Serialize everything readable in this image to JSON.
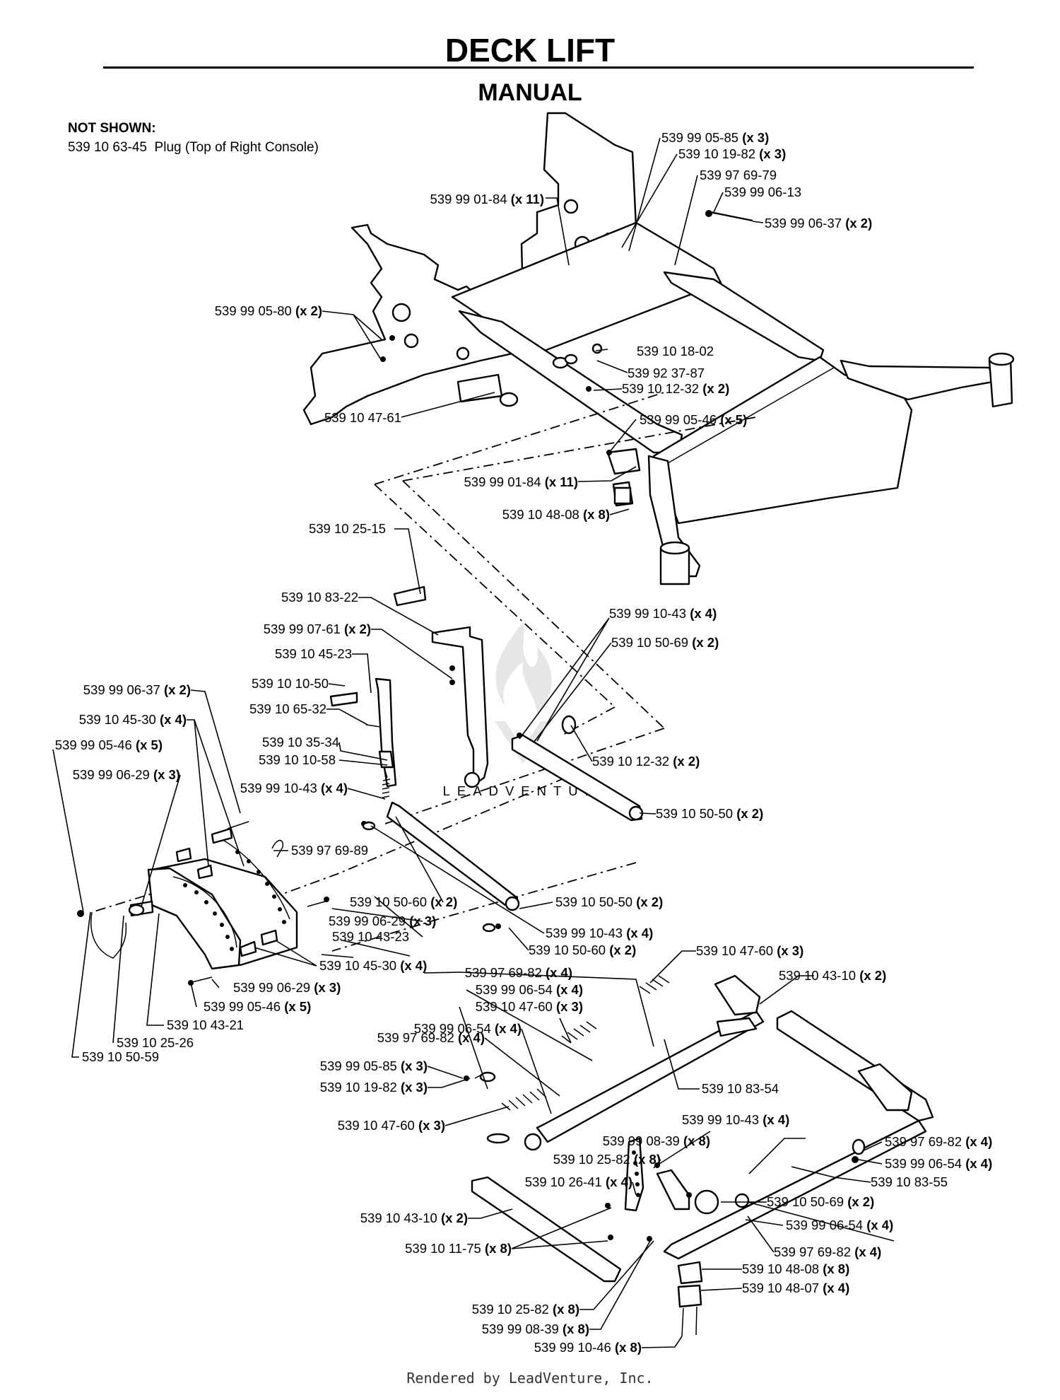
{
  "header": {
    "title": "DECK LIFT",
    "subtitle": "MANUAL"
  },
  "not_shown": {
    "heading": "NOT SHOWN:",
    "item": "539 10 63-45  Plug (Top of Right Console)"
  },
  "watermark": "LEADVENTURE",
  "footer": "Rendered by LeadVenture, Inc.",
  "callouts": [
    {
      "part": "539 99 05-85",
      "qty": "(x 3)"
    },
    {
      "part": "539 10 19-82",
      "qty": "(x 3)"
    },
    {
      "part": "539 97 69-79",
      "qty": ""
    },
    {
      "part": "539 99 06-13",
      "qty": ""
    },
    {
      "part": "539 99 06-37",
      "qty": "(x 2)"
    },
    {
      "part": "539 99 01-84",
      "qty": "(x 11)"
    },
    {
      "part": "539 99 05-80",
      "qty": "(x 2)"
    },
    {
      "part": "539 10 18-02",
      "qty": ""
    },
    {
      "part": "539 92 37-87",
      "qty": ""
    },
    {
      "part": "539 10 12-32",
      "qty": "(x 2)"
    },
    {
      "part": "539 10 47-61",
      "qty": ""
    },
    {
      "part": "539 99 05-46",
      "qty": "(x 5)"
    },
    {
      "part": "539 99 01-84",
      "qty": "(x 11)"
    },
    {
      "part": "539 10 48-08",
      "qty": "(x 8)"
    },
    {
      "part": "539 10 25-15",
      "qty": ""
    },
    {
      "part": "539 10 83-22",
      "qty": ""
    },
    {
      "part": "539 99 07-61",
      "qty": "(x 2)"
    },
    {
      "part": "539 10 45-23",
      "qty": ""
    },
    {
      "part": "539 10 10-50",
      "qty": ""
    },
    {
      "part": "539 10 65-32",
      "qty": ""
    },
    {
      "part": "539 99 10-43",
      "qty": "(x 4)"
    },
    {
      "part": "539 10 50-69",
      "qty": "(x 2)"
    },
    {
      "part": "539 99 06-37",
      "qty": "(x 2)"
    },
    {
      "part": "539 10 45-30",
      "qty": "(x 4)"
    },
    {
      "part": "539 99 05-46",
      "qty": "(x 5)"
    },
    {
      "part": "539 99 06-29",
      "qty": "(x 3)"
    },
    {
      "part": "539 10 35-34",
      "qty": ""
    },
    {
      "part": "539 10 10-58",
      "qty": ""
    },
    {
      "part": "539 10 12-32",
      "qty": "(x 2)"
    },
    {
      "part": "539 99 10-43",
      "qty": "(x 4)"
    },
    {
      "part": "539 10 50-50",
      "qty": "(x 2)"
    },
    {
      "part": "539 97 69-89",
      "qty": ""
    },
    {
      "part": "539 10 50-60",
      "qty": "(x 2)"
    },
    {
      "part": "539 10 50-50",
      "qty": "(x 2)"
    },
    {
      "part": "539 99 06-29",
      "qty": "(x 3)"
    },
    {
      "part": "539 10 43-23",
      "qty": ""
    },
    {
      "part": "539 99 10-43",
      "qty": "(x 4)"
    },
    {
      "part": "539 10 50-60",
      "qty": "(x 2)"
    },
    {
      "part": "539 10 45-30",
      "qty": "(x 4)"
    },
    {
      "part": "539 10 47-60",
      "qty": "(x 3)"
    },
    {
      "part": "539 97 69-82",
      "qty": "(x 4)"
    },
    {
      "part": "539 10 43-10",
      "qty": "(x 2)"
    },
    {
      "part": "539 99 06-54",
      "qty": "(x 4)"
    },
    {
      "part": "539 99 06-29",
      "qty": "(x 3)"
    },
    {
      "part": "539 99 05-46",
      "qty": "(x 5)"
    },
    {
      "part": "539 10 47-60",
      "qty": "(x 3)"
    },
    {
      "part": "539 10 43-21",
      "qty": ""
    },
    {
      "part": "539 99 06-54",
      "qty": "(x 4)"
    },
    {
      "part": "539 10 25-26",
      "qty": ""
    },
    {
      "part": "539 97 69-82",
      "qty": "(x 4)"
    },
    {
      "part": "539 10 50-59",
      "qty": ""
    },
    {
      "part": "539 99 05-85",
      "qty": "(x 3)"
    },
    {
      "part": "539 10 83-54",
      "qty": ""
    },
    {
      "part": "539 10 19-82",
      "qty": "(x 3)"
    },
    {
      "part": "539 10 47-60",
      "qty": "(x 3)"
    },
    {
      "part": "539 99 10-43",
      "qty": "(x 4)"
    },
    {
      "part": "539 99 08-39",
      "qty": "(x 8)"
    },
    {
      "part": "539 97 69-82",
      "qty": "(x 4)"
    },
    {
      "part": "539 10 25-82",
      "qty": "(x 8)"
    },
    {
      "part": "539 99 06-54",
      "qty": "(x 4)"
    },
    {
      "part": "539 10 26-41",
      "qty": "(x 4)"
    },
    {
      "part": "539 10 83-55",
      "qty": ""
    },
    {
      "part": "539 10 50-69",
      "qty": "(x 2)"
    },
    {
      "part": "539 10 43-10",
      "qty": "(x 2)"
    },
    {
      "part": "539 99 06-54",
      "qty": "(x 4)"
    },
    {
      "part": "539 97 69-82",
      "qty": "(x 4)"
    },
    {
      "part": "539 10 11-75",
      "qty": "(x 8)"
    },
    {
      "part": "539 10 48-08",
      "qty": "(x 8)"
    },
    {
      "part": "539 10 48-07",
      "qty": "(x 4)"
    },
    {
      "part": "539 10 25-82",
      "qty": "(x 8)"
    },
    {
      "part": "539 99 08-39",
      "qty": "(x 8)"
    },
    {
      "part": "539 99 10-46",
      "qty": "(x 8)"
    }
  ]
}
